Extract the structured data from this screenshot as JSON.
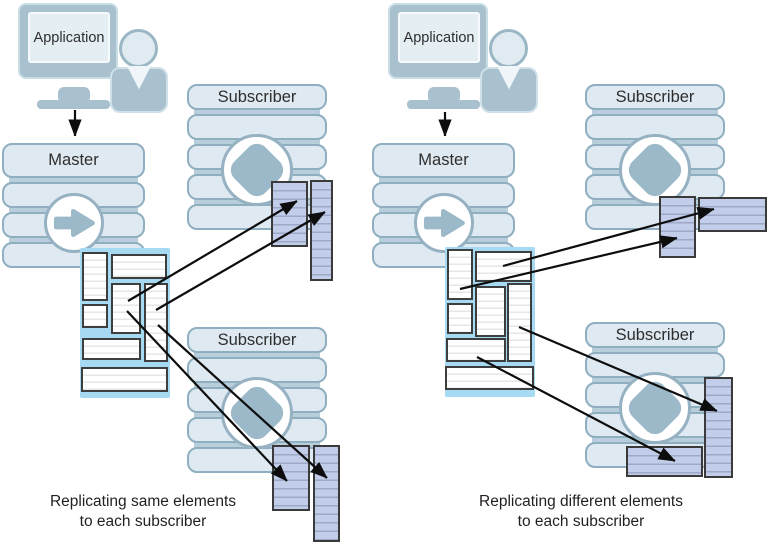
{
  "panels": {
    "left": {
      "application": "Application",
      "master": "Master",
      "subscriber_top": "Subscriber",
      "subscriber_bottom": "Subscriber",
      "caption_line1": "Replicating same elements",
      "caption_line2": "to each subscriber"
    },
    "right": {
      "application": "Application",
      "master": "Master",
      "subscriber_top": "Subscriber",
      "subscriber_bottom": "Subscriber",
      "caption_line1": "Replicating different elements",
      "caption_line2": "to each subscriber"
    }
  },
  "icons": [
    "monitor-icon",
    "user-icon",
    "master-arrow-icon",
    "subscriber-diamond-icon",
    "down-arrow-icon",
    "replication-arrow"
  ],
  "colors": {
    "background": "#ffffff",
    "device_fill": "#a9c1ce",
    "screen_fill": "#e4eef3",
    "stack_band_fill": "#dfe9f1",
    "stack_band_border": "#8fafc0",
    "stack_back_fill": "#b9cedb",
    "icon_shape_fill": "#9cb9c9",
    "grid_outline_blue": "#a6daf3",
    "cell_border": "#3e3e3e",
    "cell_stripe": "#e4e6e8",
    "replica_table_fill": "#c1cde9",
    "replica_table_stripe": "#9ea9c8",
    "arrow_color": "#0d0d0d",
    "text_color": "#231f20"
  }
}
